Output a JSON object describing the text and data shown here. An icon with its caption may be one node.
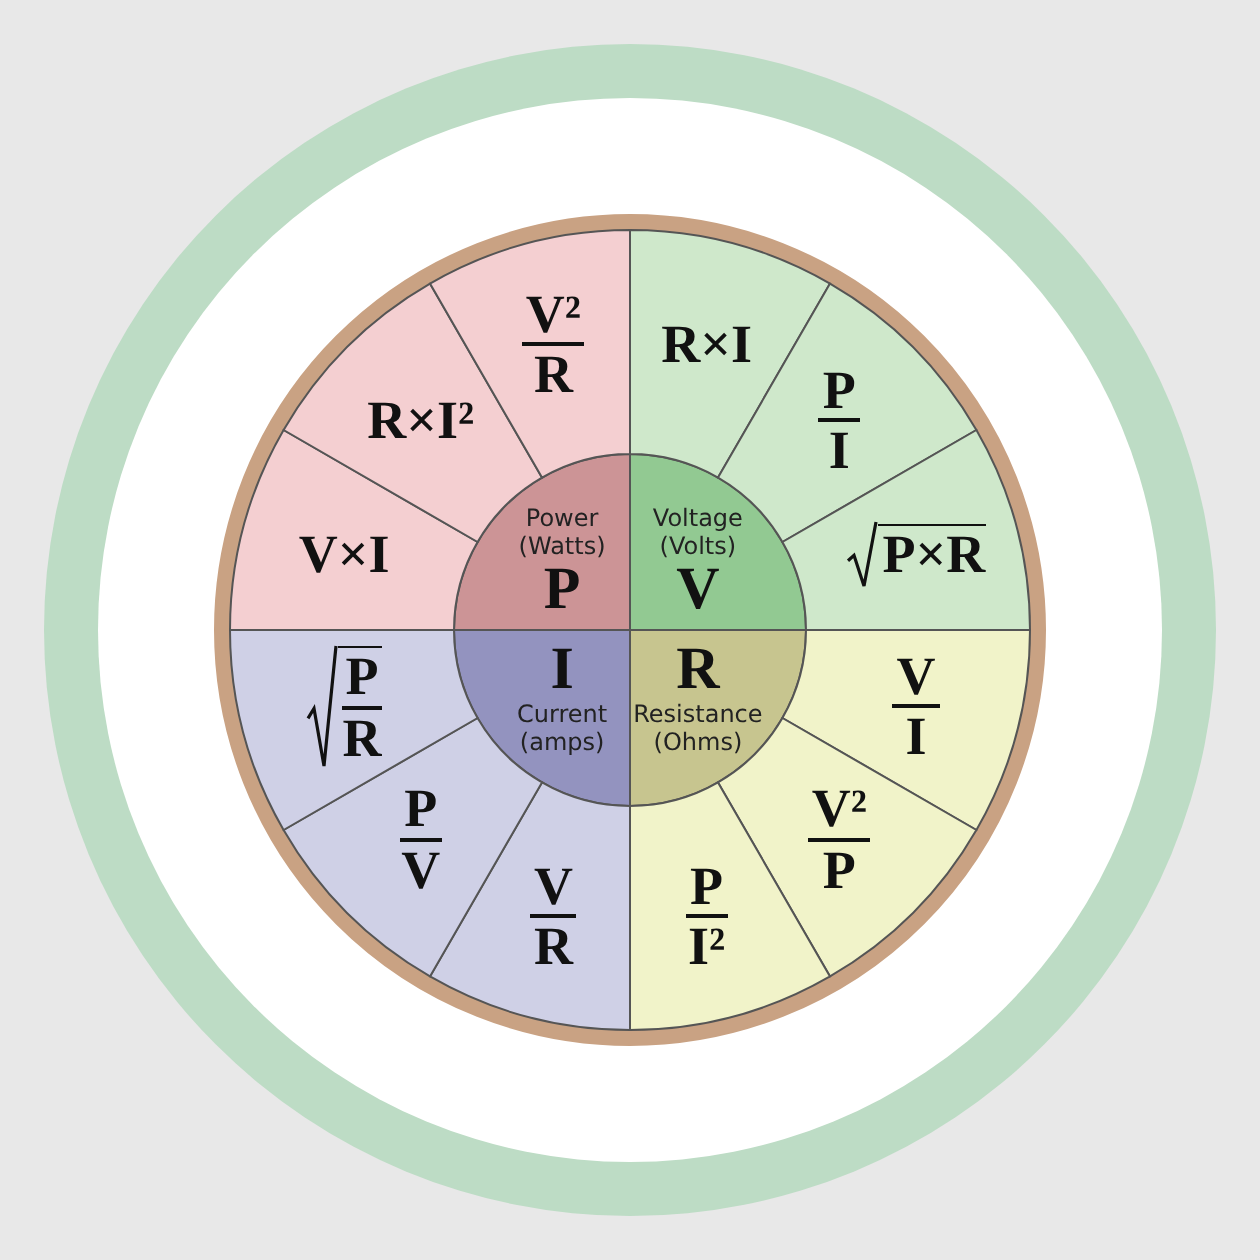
{
  "diagram": {
    "nodes": [
      {
        "text": [
          "Power (Watts)",
          "P"
        ]
      },
      {
        "text": [
          "Voltage (Volts)",
          "V"
        ]
      },
      {
        "text": [
          "R",
          "Resistance (Ohms)"
        ]
      },
      {
        "text": [
          "I",
          "Current (amps)"
        ]
      },
      {
        "text": [
          "V×I"
        ]
      },
      {
        "text": [
          "R×I²"
        ]
      },
      {
        "text": [
          "V²",
          "R"
        ]
      },
      {
        "text": [
          "R×I"
        ]
      },
      {
        "text": [
          "P",
          "I"
        ]
      },
      {
        "text": [
          "P×R"
        ]
      },
      {
        "text": [
          "V",
          "I"
        ]
      },
      {
        "text": [
          "V²",
          "P"
        ]
      },
      {
        "text": [
          "P",
          "I²"
        ]
      },
      {
        "text": [
          "V",
          "R"
        ]
      },
      {
        "text": [
          "P",
          "V"
        ]
      },
      {
        "text": [
          "P",
          "R"
        ]
      }
    ],
    "edges": []
  }
}
